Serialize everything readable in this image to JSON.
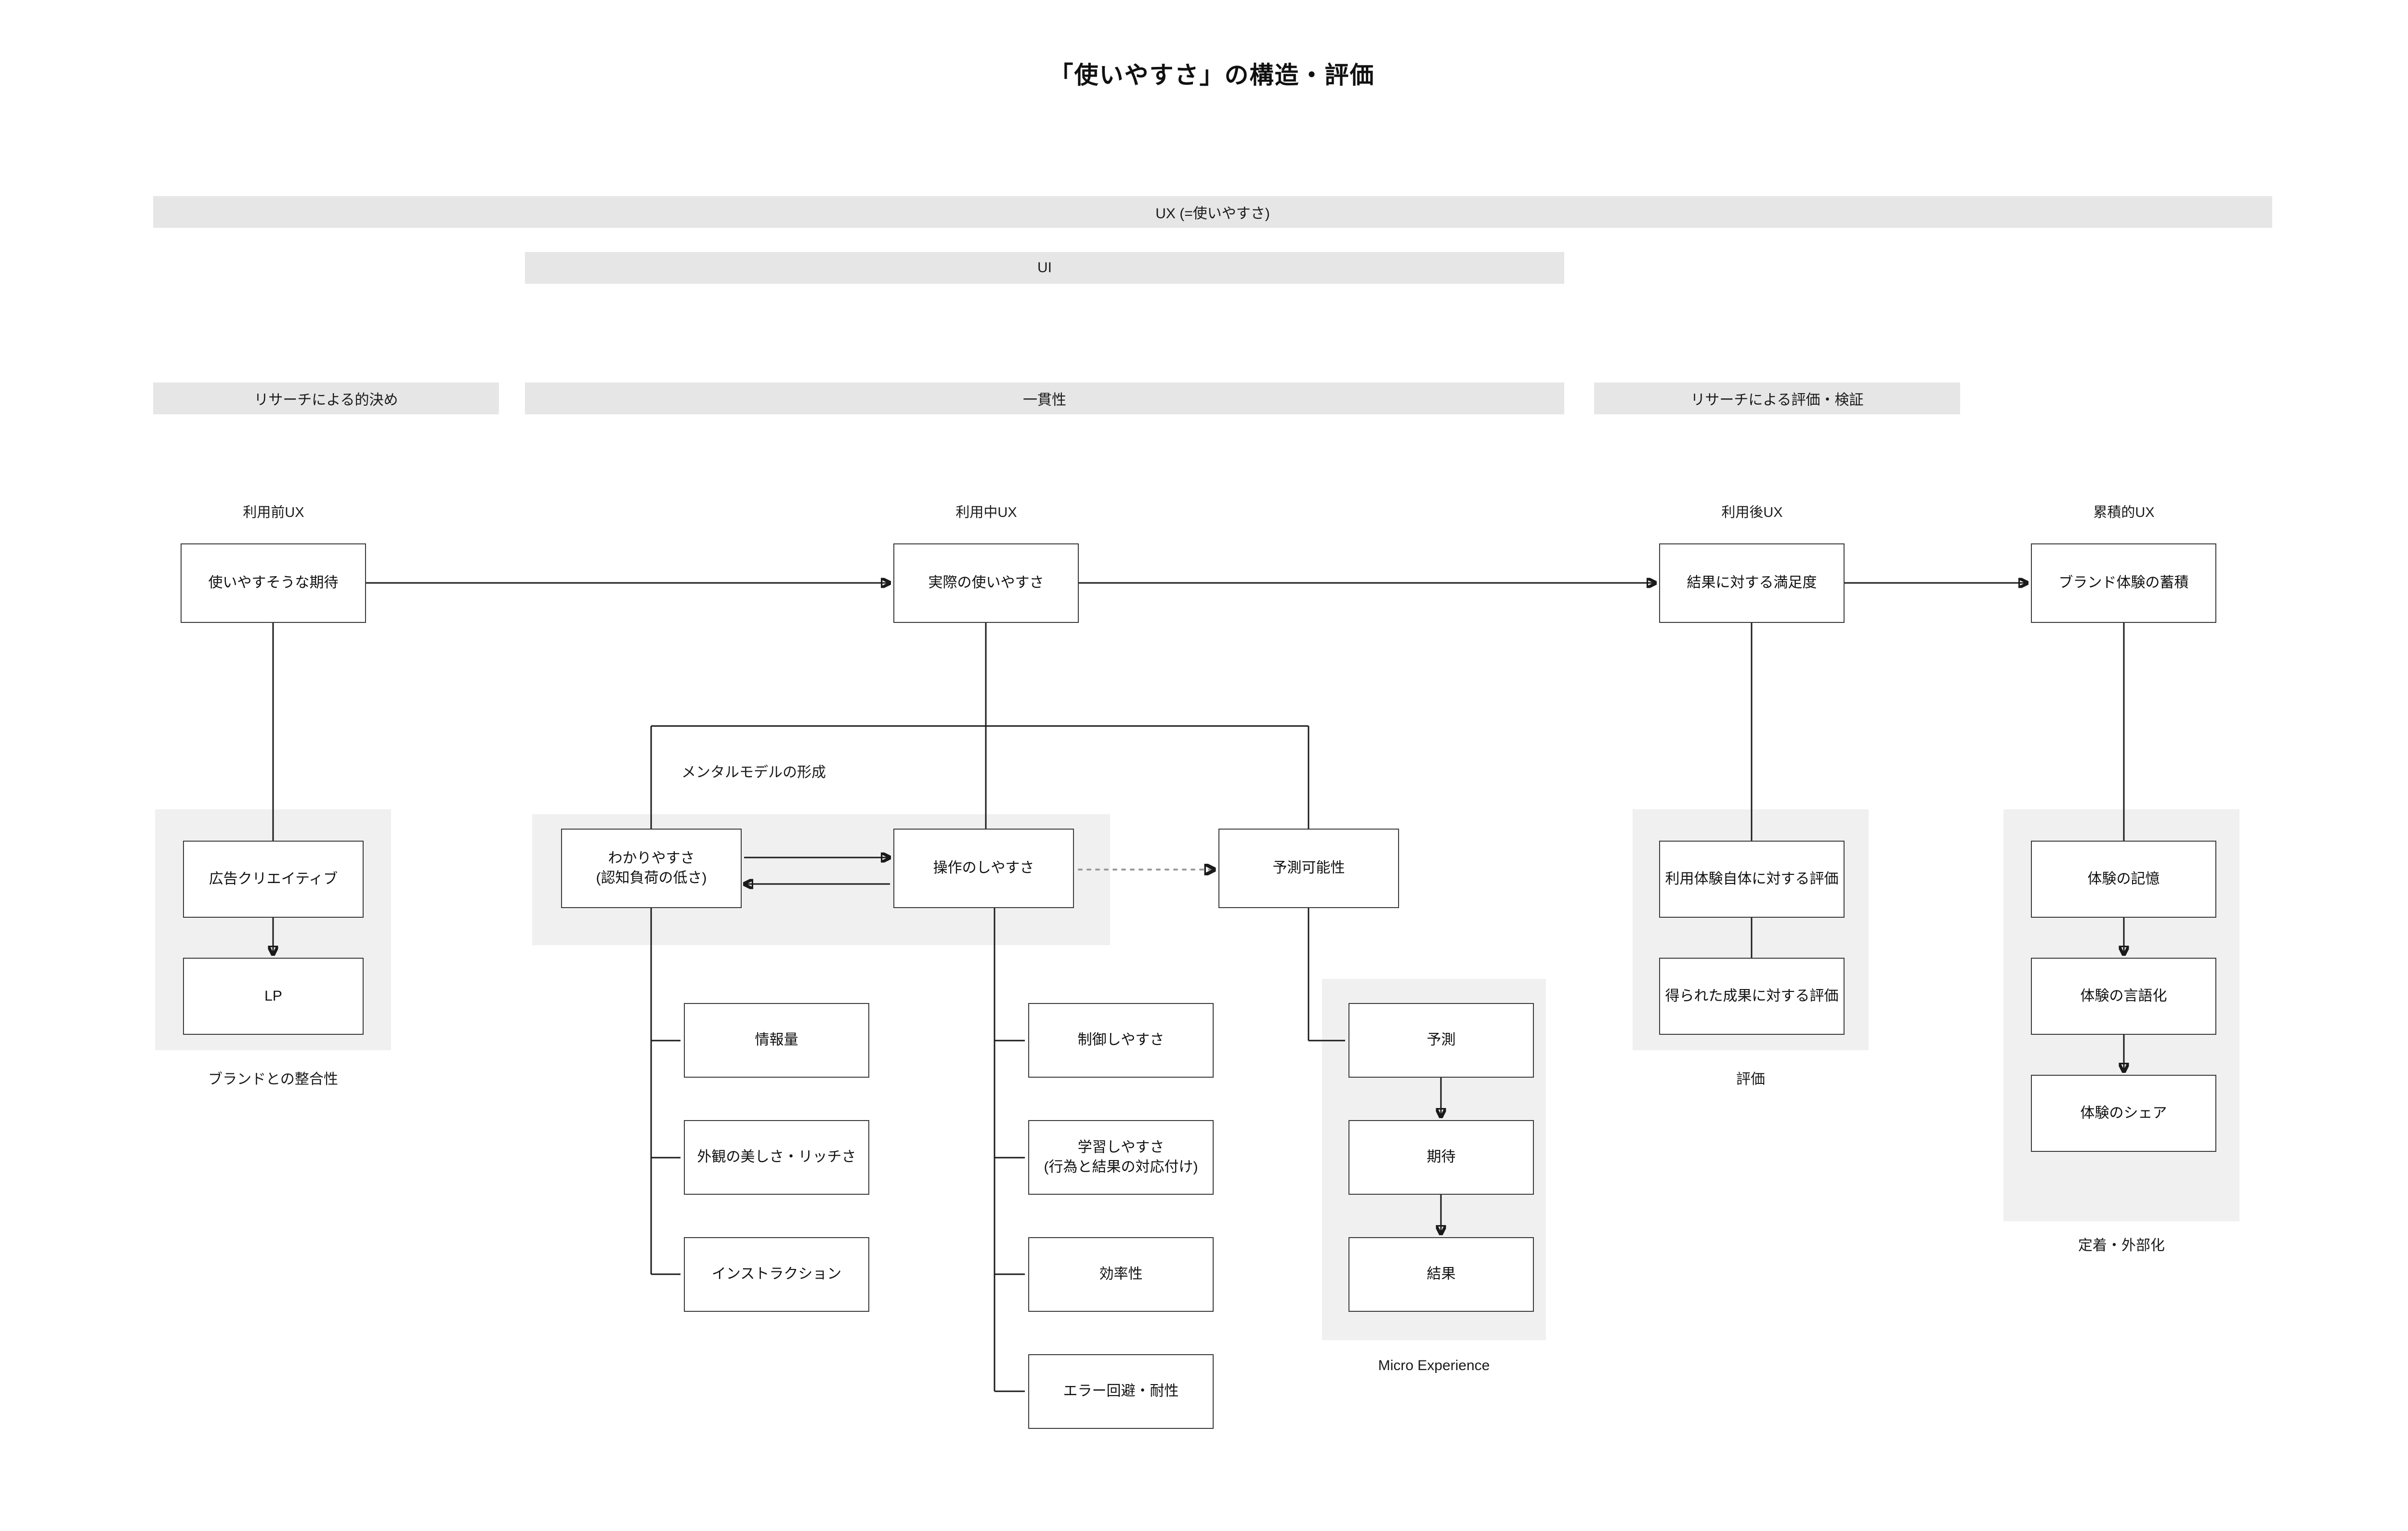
{
  "page": {
    "title": "「使いやすさ」の構造・評価",
    "background_color": "#ffffff",
    "band_color": "#e6e6e6",
    "group_color": "#f0f0f0",
    "line_color": "#1a1a1a",
    "box_border_color": "#3a3a3a"
  },
  "bands": {
    "ux": "UX (=使いやすさ)",
    "ui": "UI",
    "research_decision": "リサーチによる的決め",
    "consistency": "一貫性",
    "research_evaluation": "リサーチによる評価・検証"
  },
  "phases": {
    "pre_use": "利用前UX",
    "in_use": "利用中UX",
    "post_use": "利用後UX",
    "cumulative": "累積的UX"
  },
  "main_nodes": {
    "expectation": "使いやすそうな期待",
    "actual_usability": "実際の使いやすさ",
    "satisfaction": "結果に対する満足度",
    "brand_accumulation": "ブランド体験の蓄積"
  },
  "mid_nodes": {
    "understandability": "わかりやすさ\n(認知負荷の低さ)",
    "understandability_line1": "わかりやすさ",
    "understandability_line2": "(認知負荷の低さ)",
    "operability": "操作のしやすさ",
    "predictability": "予測可能性"
  },
  "free_labels": {
    "mental_model": "メンタルモデルの形成"
  },
  "groups": {
    "brand_alignment": {
      "caption": "ブランドとの整合性",
      "items": [
        "広告クリエイティブ",
        "LP"
      ]
    },
    "micro_experience": {
      "caption": "Micro Experience",
      "items": [
        "予測",
        "期待",
        "結果"
      ]
    },
    "evaluation": {
      "caption": "評価",
      "items": [
        "利用体験自体に対する評価",
        "得られた成果に対する評価"
      ]
    },
    "retention_externalization": {
      "caption": "定着・外部化",
      "items": [
        "体験の記憶",
        "体験の言語化",
        "体験のシェア"
      ]
    }
  },
  "understandability_children": [
    "情報量",
    "外観の美しさ・リッチさ",
    "インストラクション"
  ],
  "operability_children": [
    "制御しやすさ",
    "学習しやすさ\n(行為と結果の対応付け)",
    "効率性",
    "エラー回避・耐性"
  ],
  "operability_children_lines": {
    "learnability_line1": "学習しやすさ",
    "learnability_line2": "(行為と結果の対応付け)"
  }
}
